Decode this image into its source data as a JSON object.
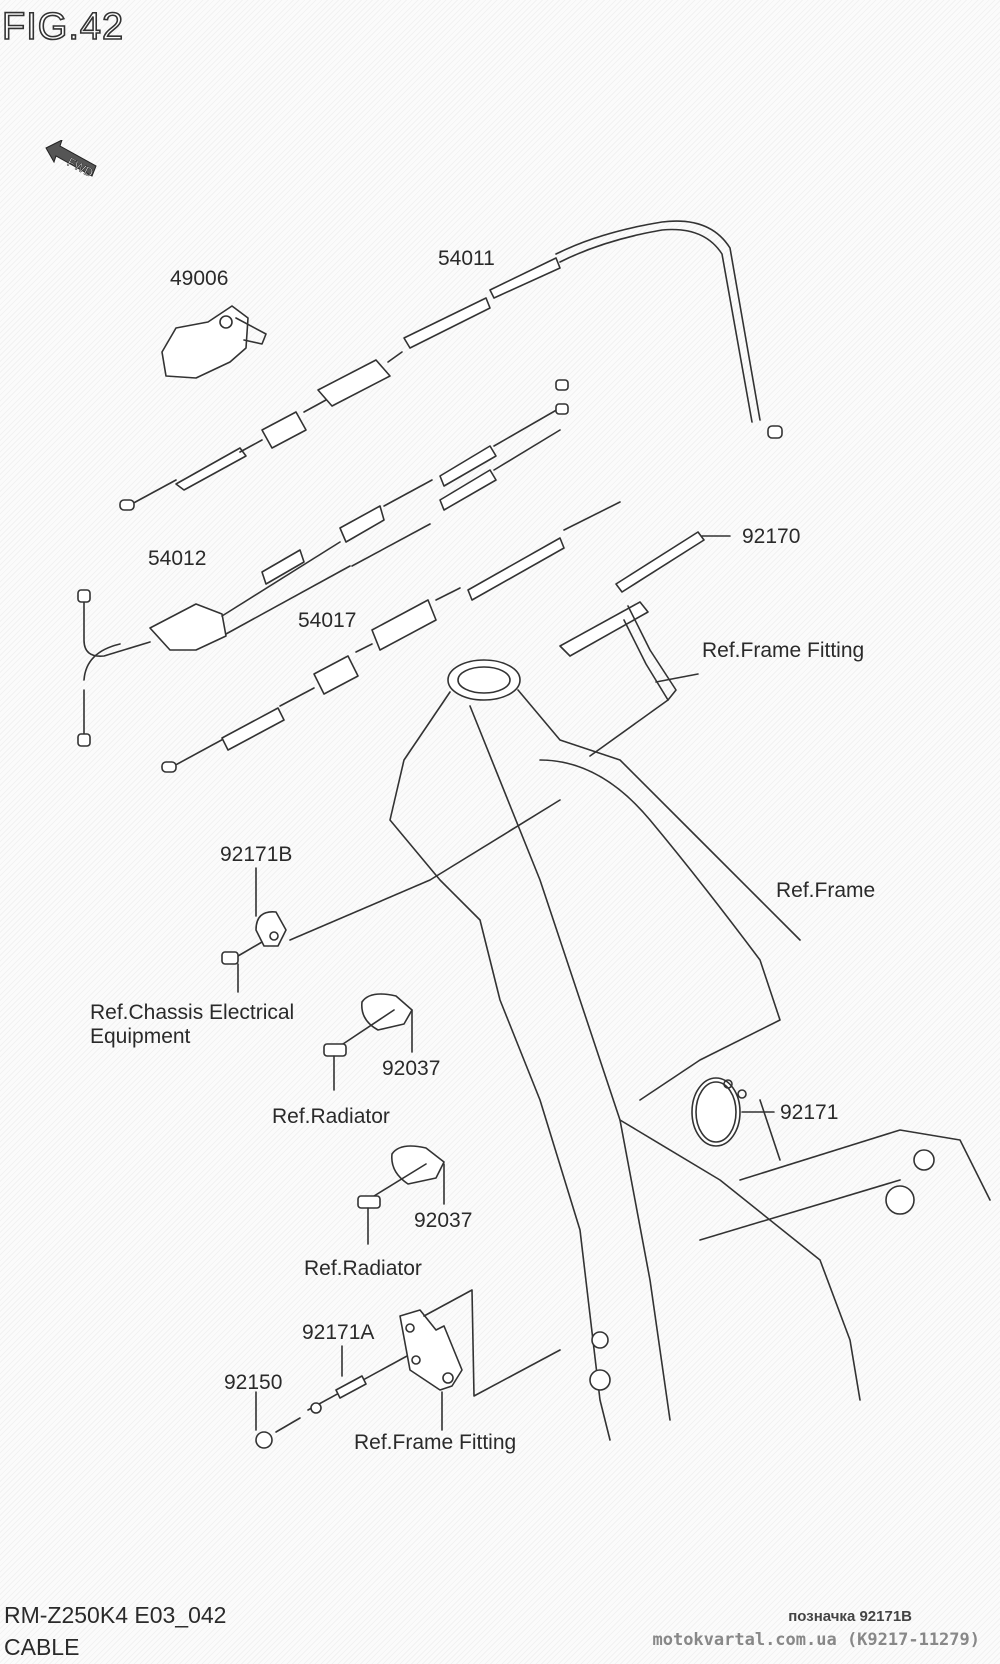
{
  "figure": {
    "title": "FIG.42",
    "fwd_label": "FWD"
  },
  "parts": [
    {
      "id": "49006"
    },
    {
      "id": "54011"
    },
    {
      "id": "54012"
    },
    {
      "id": "54017"
    },
    {
      "id": "92170"
    },
    {
      "id": "92171B"
    },
    {
      "id": "92037"
    },
    {
      "id": "92037"
    },
    {
      "id": "92171"
    },
    {
      "id": "92171A"
    },
    {
      "id": "92150"
    }
  ],
  "references": {
    "frame_fitting_top": "Ref.Frame Fitting",
    "frame": "Ref.Frame",
    "chassis_electrical_line1": "Ref.Chassis Electrical",
    "chassis_electrical_line2": "Equipment",
    "radiator_1": "Ref.Radiator",
    "radiator_2": "Ref.Radiator",
    "frame_fitting_bottom": "Ref.Frame Fitting"
  },
  "footer": {
    "model": "RM-Z250K4 E03_042",
    "section": "CABLE"
  },
  "watermark": {
    "designation": "позначка 92171B",
    "site": "motokvartal.com.ua (K9217-11279)"
  },
  "colors": {
    "line": "#333333",
    "background": "#fafafa"
  }
}
